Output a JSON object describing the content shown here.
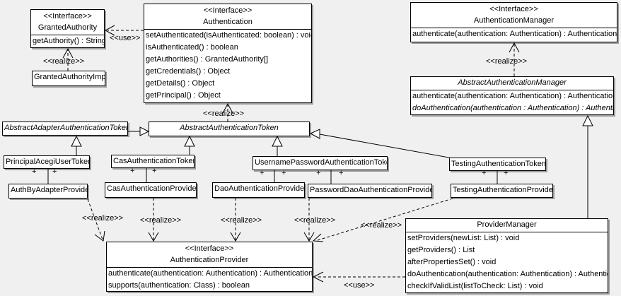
{
  "stereotypes": {
    "interface": "<<Interface>>",
    "use": "<<use>>",
    "realize": "<<realize>>",
    "plus": "+"
  },
  "classes": {
    "granted_authority": {
      "stereotype": "<<Interface>>",
      "name": "GrantedAuthority",
      "methods": [
        "getAuthority() : String"
      ]
    },
    "granted_authority_impl": {
      "name": "GrantedAuthorityImpl"
    },
    "authentication": {
      "stereotype": "<<Interface>>",
      "name": "Authentication",
      "methods": [
        "setAuthenticated(isAuthenticated: boolean) : void",
        "isAuthenticated() : boolean",
        "getAuthorities() : GrantedAuthority[]",
        "getCredentials() : Object",
        "getDetails() : Object",
        "getPrincipal() : Object"
      ]
    },
    "authentication_manager": {
      "stereotype": "<<Interface>>",
      "name": "AuthenticationManager",
      "methods": [
        "authenticate(authentication: Authentication) : Authentication"
      ]
    },
    "abstract_authentication_manager": {
      "name": "AbstractAuthenticationManager",
      "methods": [
        "authenticate(authentication: Authentication) : Authentication",
        "doAuthentication(authentication : Authentication) : Authentication"
      ]
    },
    "abstract_adapter_authentication_token": {
      "name": "AbstractAdapterAuthenticationToken"
    },
    "abstract_authentication_token": {
      "name": "AbstractAuthenticationToken"
    },
    "principal_acegi_user_token": {
      "name": "PrincipalAcegiUserToken"
    },
    "cas_authentication_token": {
      "name": "CasAuthenticationToken"
    },
    "username_password_authentication_token": {
      "name": "UsernamePasswordAuthenticationToken"
    },
    "testing_authentication_token": {
      "name": "TestingAuthenticationToken"
    },
    "auth_by_adapter_provider": {
      "name": "AuthByAdapterProvider"
    },
    "cas_authentication_provider": {
      "name": "CasAuthenticationProvider"
    },
    "dao_authentication_provider": {
      "name": "DaoAuthenticationProvider"
    },
    "password_dao_authentication_provider": {
      "name": "PasswordDaoAuthenticationProvider"
    },
    "testing_authentication_provider": {
      "name": "TestingAuthenticationProvider"
    },
    "authentication_provider": {
      "stereotype": "<<Interface>>",
      "name": "AuthenticationProvider",
      "methods": [
        "authenticate(authentication: Authentication) : Authentication",
        "supports(authentication: Class) : boolean"
      ]
    },
    "provider_manager": {
      "name": "ProviderManager",
      "methods": [
        "setProviders(newList: List) : void",
        "getProviders() : List",
        "afterPropertiesSet() : void",
        "doAuthentication(authentication: Authentication) : Authentication",
        "checkIfValidList(listToCheck: List) : void"
      ]
    }
  },
  "relations": [
    {
      "from": "Authentication",
      "to": "GrantedAuthority",
      "type": "use"
    },
    {
      "from": "GrantedAuthorityImpl",
      "to": "GrantedAuthority",
      "type": "realize"
    },
    {
      "from": "AbstractAuthenticationToken",
      "to": "Authentication",
      "type": "realize"
    },
    {
      "from": "AbstractAuthenticationManager",
      "to": "AuthenticationManager",
      "type": "realize"
    },
    {
      "from": "AbstractAdapterAuthenticationToken",
      "to": "AbstractAuthenticationToken",
      "type": "generalization"
    },
    {
      "from": "PrincipalAcegiUserToken",
      "to": "AbstractAdapterAuthenticationToken",
      "type": "generalization"
    },
    {
      "from": "CasAuthenticationToken",
      "to": "AbstractAuthenticationToken",
      "type": "generalization"
    },
    {
      "from": "UsernamePasswordAuthenticationToken",
      "to": "AbstractAuthenticationToken",
      "type": "generalization"
    },
    {
      "from": "TestingAuthenticationToken",
      "to": "AbstractAuthenticationToken",
      "type": "generalization"
    },
    {
      "from": "ProviderManager",
      "to": "AbstractAuthenticationManager",
      "type": "generalization"
    },
    {
      "from": "PrincipalAcegiUserToken",
      "to": "AuthByAdapterProvider",
      "type": "association"
    },
    {
      "from": "CasAuthenticationToken",
      "to": "CasAuthenticationProvider",
      "type": "association"
    },
    {
      "from": "UsernamePasswordAuthenticationToken",
      "to": "DaoAuthenticationProvider",
      "type": "association"
    },
    {
      "from": "UsernamePasswordAuthenticationToken",
      "to": "PasswordDaoAuthenticationProvider",
      "type": "association"
    },
    {
      "from": "TestingAuthenticationToken",
      "to": "TestingAuthenticationProvider",
      "type": "association"
    },
    {
      "from": "AuthByAdapterProvider",
      "to": "AuthenticationProvider",
      "type": "realize"
    },
    {
      "from": "CasAuthenticationProvider",
      "to": "AuthenticationProvider",
      "type": "realize"
    },
    {
      "from": "DaoAuthenticationProvider",
      "to": "AuthenticationProvider",
      "type": "realize"
    },
    {
      "from": "PasswordDaoAuthenticationProvider",
      "to": "AuthenticationProvider",
      "type": "realize"
    },
    {
      "from": "TestingAuthenticationProvider",
      "to": "AuthenticationProvider",
      "type": "realize"
    },
    {
      "from": "ProviderManager",
      "to": "AuthenticationProvider",
      "type": "use"
    }
  ]
}
